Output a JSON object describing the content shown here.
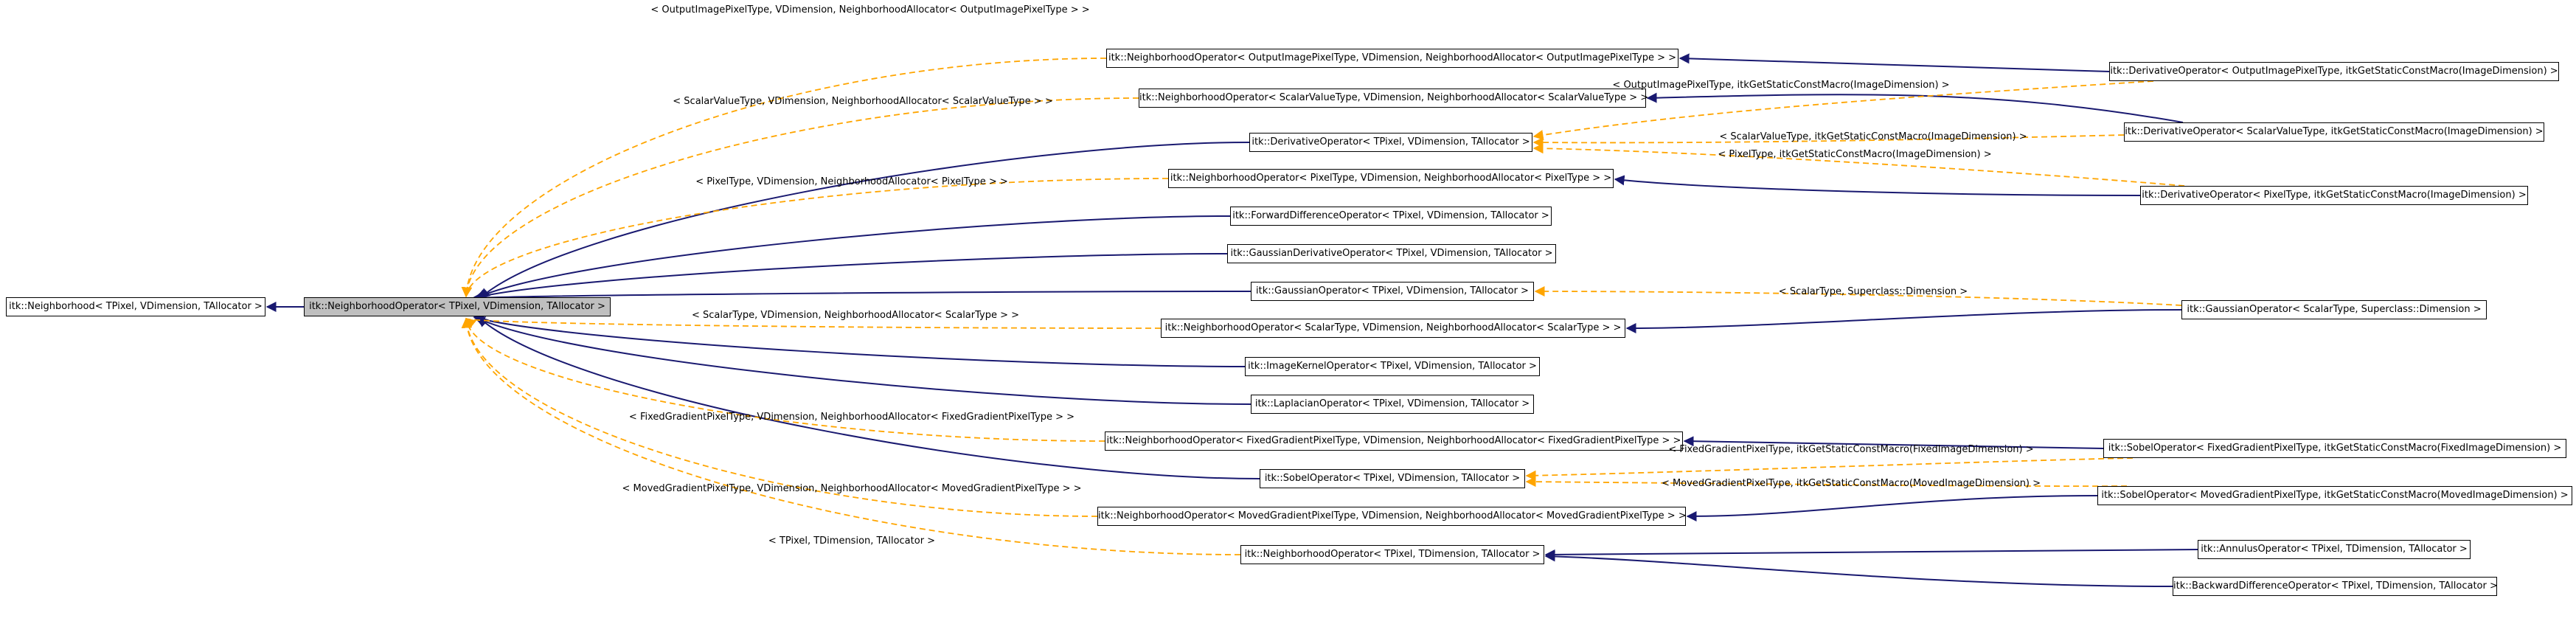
{
  "nodes": [
    {
      "id": "base",
      "label": "itk::Neighborhood< TPixel, VDimension, TAllocator >"
    },
    {
      "id": "focus",
      "label": "itk::NeighborhoodOperator< TPixel, VDimension, TAllocator >"
    },
    {
      "id": "no_out",
      "label": "itk::NeighborhoodOperator< OutputImagePixelType, VDimension, NeighborhoodAllocator< OutputImagePixelType > >"
    },
    {
      "id": "no_scalarval",
      "label": "itk::NeighborhoodOperator< ScalarValueType, VDimension, NeighborhoodAllocator< ScalarValueType > >"
    },
    {
      "id": "deriv",
      "label": "itk::DerivativeOperator< TPixel, VDimension, TAllocator >"
    },
    {
      "id": "no_pixel",
      "label": "itk::NeighborhoodOperator< PixelType, VDimension, NeighborhoodAllocator< PixelType > >"
    },
    {
      "id": "fwd",
      "label": "itk::ForwardDifferenceOperator< TPixel, VDimension, TAllocator >"
    },
    {
      "id": "gderiv",
      "label": "itk::GaussianDerivativeOperator< TPixel, VDimension, TAllocator >"
    },
    {
      "id": "gauss",
      "label": "itk::GaussianOperator< TPixel, VDimension, TAllocator >"
    },
    {
      "id": "no_scalar",
      "label": "itk::NeighborhoodOperator< ScalarType, VDimension, NeighborhoodAllocator< ScalarType > >"
    },
    {
      "id": "imgkern",
      "label": "itk::ImageKernelOperator< TPixel, VDimension, TAllocator >"
    },
    {
      "id": "lapl",
      "label": "itk::LaplacianOperator< TPixel, VDimension, TAllocator >"
    },
    {
      "id": "no_fixed",
      "label": "itk::NeighborhoodOperator< FixedGradientPixelType, VDimension, NeighborhoodAllocator< FixedGradientPixelType > >"
    },
    {
      "id": "sobel",
      "label": "itk::SobelOperator< TPixel, VDimension, TAllocator >"
    },
    {
      "id": "no_moved",
      "label": "itk::NeighborhoodOperator< MovedGradientPixelType, VDimension, NeighborhoodAllocator< MovedGradientPixelType > >"
    },
    {
      "id": "no_tdim",
      "label": "itk::NeighborhoodOperator< TPixel, TDimension, TAllocator >"
    },
    {
      "id": "deriv_out",
      "label": "itk::DerivativeOperator< OutputImagePixelType, itkGetStaticConstMacro(ImageDimension) >"
    },
    {
      "id": "deriv_scalarval",
      "label": "itk::DerivativeOperator< ScalarValueType, itkGetStaticConstMacro(ImageDimension) >"
    },
    {
      "id": "deriv_pixel",
      "label": "itk::DerivativeOperator< PixelType, itkGetStaticConstMacro(ImageDimension) >"
    },
    {
      "id": "gauss_scalar",
      "label": "itk::GaussianOperator< ScalarType, Superclass::Dimension >"
    },
    {
      "id": "sobel_fixed",
      "label": "itk::SobelOperator< FixedGradientPixelType, itkGetStaticConstMacro(FixedImageDimension) >"
    },
    {
      "id": "sobel_moved",
      "label": "itk::SobelOperator< MovedGradientPixelType, itkGetStaticConstMacro(MovedImageDimension) >"
    },
    {
      "id": "annulus",
      "label": "itk::AnnulusOperator< TPixel, TDimension, TAllocator >"
    },
    {
      "id": "backdiff",
      "label": "itk::BackwardDifferenceOperator< TPixel, TDimension, TAllocator >"
    }
  ],
  "edge_labels": {
    "out": "< OutputImagePixelType, VDimension, NeighborhoodAllocator< OutputImagePixelType > >",
    "scalarval": "< ScalarValueType, VDimension, NeighborhoodAllocator< ScalarValueType > >",
    "pixel": "< PixelType, VDimension, NeighborhoodAllocator< PixelType > >",
    "scalar": "< ScalarType, VDimension, NeighborhoodAllocator< ScalarType > >",
    "fixed": "< FixedGradientPixelType, VDimension, NeighborhoodAllocator< FixedGradientPixelType > >",
    "moved": "< MovedGradientPixelType, VDimension, NeighborhoodAllocator< MovedGradientPixelType > >",
    "tdim": "< TPixel, TDimension, TAllocator >",
    "deriv_out": "< OutputImagePixelType, itkGetStaticConstMacro(ImageDimension) >",
    "deriv_scalarval": "< ScalarValueType, itkGetStaticConstMacro(ImageDimension) >",
    "deriv_pixel": "< PixelType, itkGetStaticConstMacro(ImageDimension) >",
    "gauss_scalar": "< ScalarType, Superclass::Dimension >",
    "sobel_fixed": "< FixedGradientPixelType, itkGetStaticConstMacro(FixedImageDimension) >",
    "sobel_moved": "< MovedGradientPixelType, itkGetStaticConstMacro(MovedImageDimension) >"
  },
  "colors": {
    "inheritance": "#191970",
    "template": "#ffa500",
    "focus_fill": "#bfbfbf",
    "node_border": "#000000"
  }
}
